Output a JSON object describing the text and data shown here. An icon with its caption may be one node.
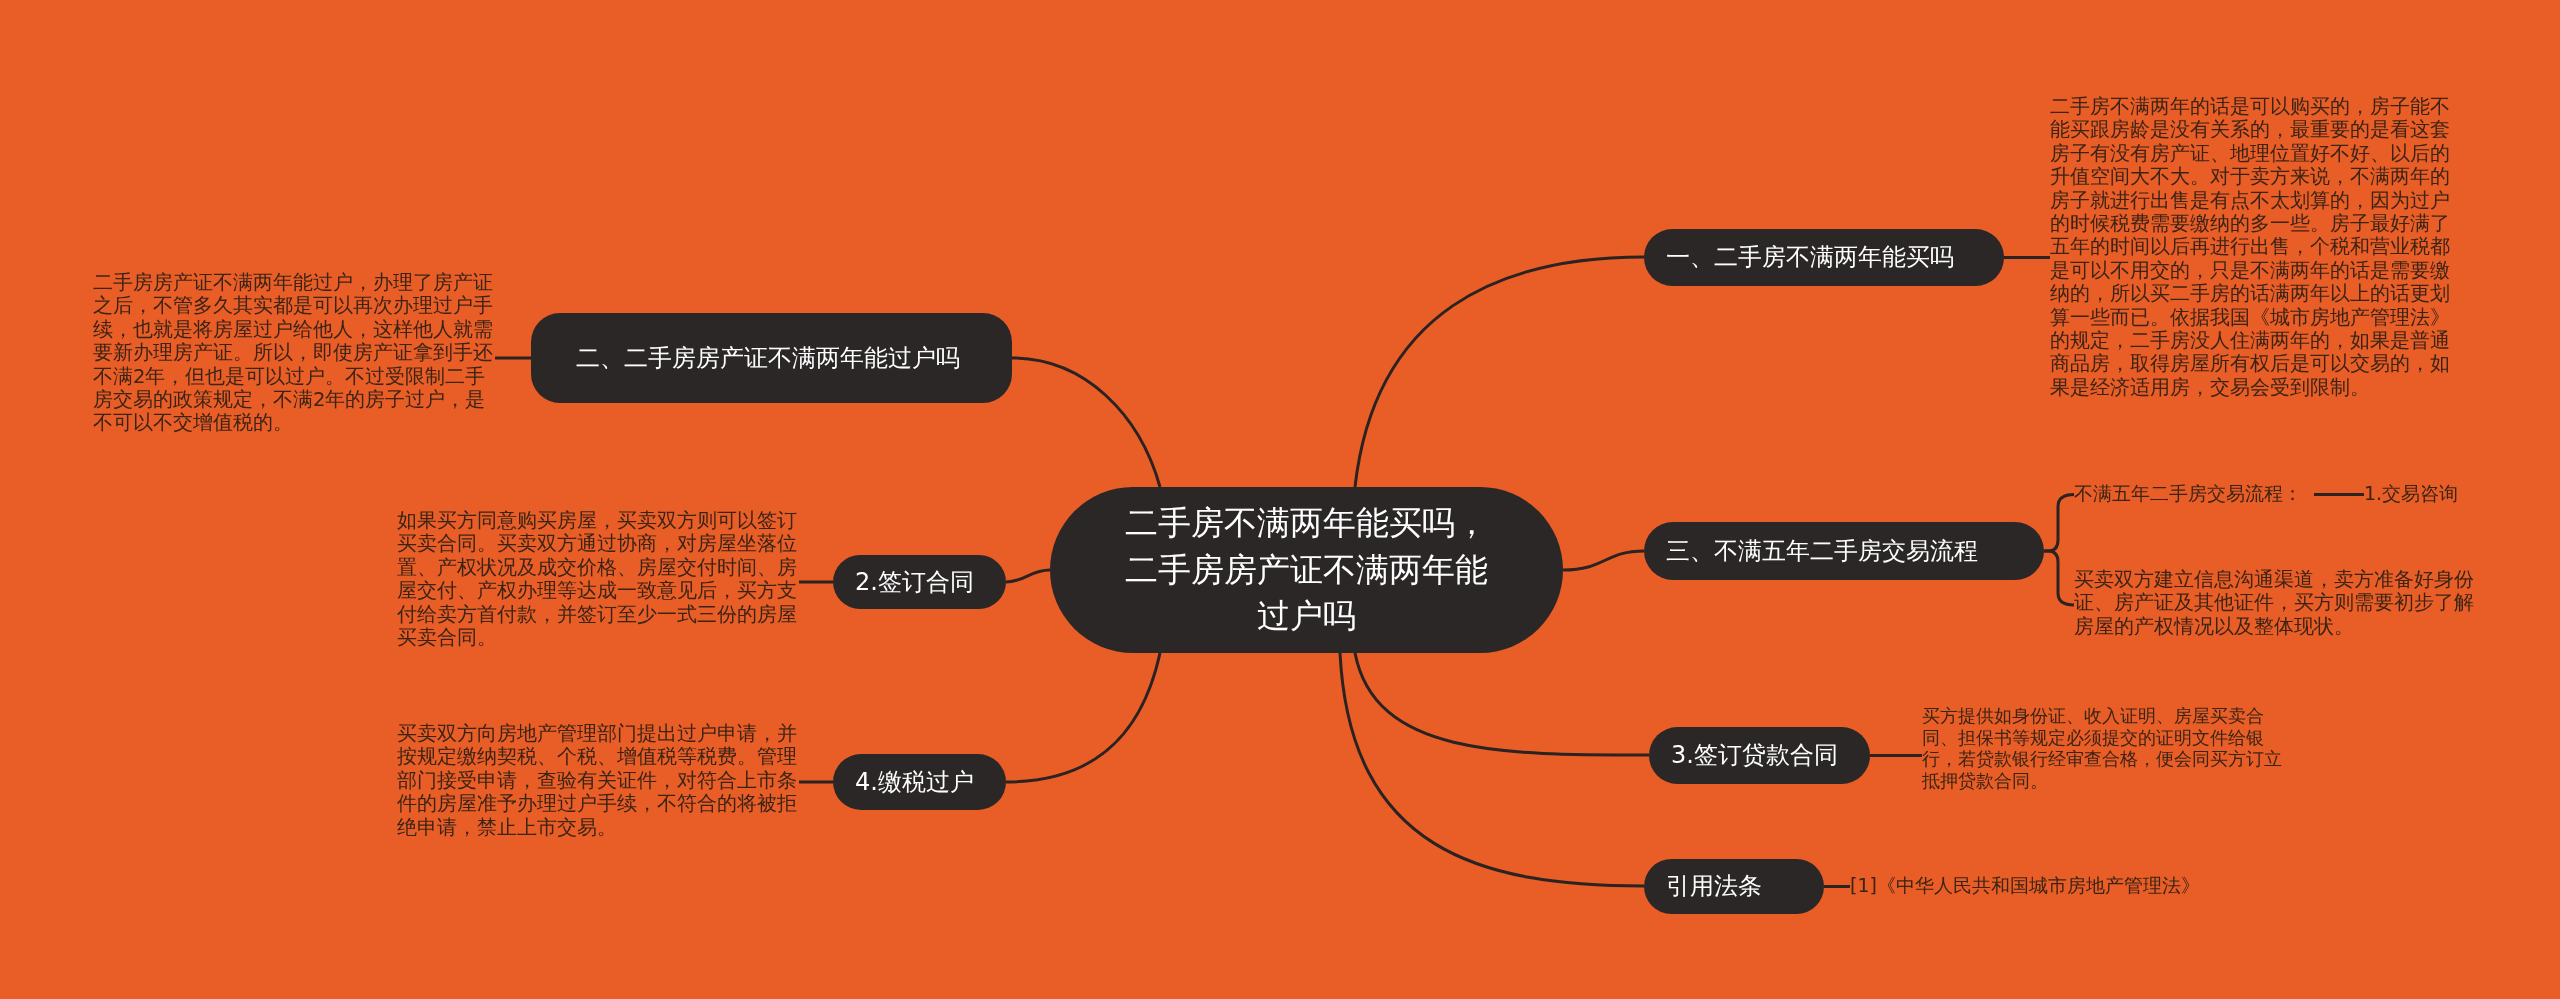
{
  "diagram": {
    "nodes": [
      {
        "text": [
          "二手房不满两年能买吗，二手房房产证不满两年能过户吗"
        ]
      },
      {
        "text": [
          "一、二手房不满两年能买吗"
        ]
      },
      {
        "text": [
          "二手房不满两年的话是可以购买的，房子能不能买跟房龄是没有关系的，最重要的是看这套房子有没有房产证、地理位置好不好、以后的升值空间大不大。对于卖方来说，不满两年的房子就进行出售是有点不太划算的，因为过户的时候税费需要缴纳的多一些。房子最好满了五年的时间以后再进行出售，个税和营业税都是可以不用交的，只是不满两年的话是需要缴纳的，所以买二手房的话满两年以上的话更划算一些而已。依据我国《城市房地产管理法》的规定，二手房没人住满两年的，如果是普通商品房，取得房屋所有权后是可以交易的，如果是经济适用房，交易会受到限制。"
        ]
      },
      {
        "text": [
          "二、二手房房产证不满两年能过户吗"
        ]
      },
      {
        "text": [
          "二手房房产证不满两年能过户，办理了房产证之后，不管多久其实都是可以再次办理过户手续，也就是将房屋过户给他人，这样他人就需要新办理房产证。所以，即使房产证拿到手还不满2年，但也是可以过户。不过受限制二手房交易的政策规定，不满2年的房子过户，是不可以不交增值税的。"
        ]
      },
      {
        "text": [
          "三、不满五年二手房交易流程"
        ]
      },
      {
        "text": [
          "不满五年二手房交易流程："
        ]
      },
      {
        "text": [
          "1.交易咨询"
        ]
      },
      {
        "text": [
          "买卖双方建立信息沟通渠道，卖方准备好身份证、房产证及其他证件，买方则需要初步了解房屋的产权情况以及整体现状。"
        ]
      },
      {
        "text": [
          "2.签订合同"
        ]
      },
      {
        "text": [
          "如果买方同意购买房屋，买卖双方则可以签订买卖合同。买卖双方通过协商，对房屋坐落位置、产权状况及成交价格、房屋交付时间、房屋交付、产权办理等达成一致意见后，买方支付给卖方首付款，并签订至少一式三份的房屋买卖合同。"
        ]
      },
      {
        "text": [
          "3.签订贷款合同"
        ]
      },
      {
        "text": [
          "买方提供如身份证、收入证明、房屋买卖合同、担保书等规定必须提交的证明文件给银行，若贷款银行经审查合格，便会同买方订立抵押贷款合同。"
        ]
      },
      {
        "text": [
          "4.缴税过户"
        ]
      },
      {
        "text": [
          "买卖双方向房地产管理部门提出过户申请，并按规定缴纳契税、个税、增值税等税费。管理部门接受申请，查验有关证件，对符合上市条件的房屋准予办理过户手续，不符合的将被拒绝申请，禁止上市交易。"
        ]
      },
      {
        "text": [
          "引用法条"
        ]
      },
      {
        "text": [
          "[1]《中华人民共和国城市房地产管理法》"
        ]
      }
    ],
    "edges": [
      {
        "from": 0,
        "to": 1,
        "arrow": "none"
      },
      {
        "from": 1,
        "to": 2,
        "arrow": "none"
      },
      {
        "from": 0,
        "to": 3,
        "arrow": "none"
      },
      {
        "from": 3,
        "to": 4,
        "arrow": "none"
      },
      {
        "from": 0,
        "to": 5,
        "arrow": "none"
      },
      {
        "from": 5,
        "to": 6,
        "arrow": "none"
      },
      {
        "from": 6,
        "to": 7,
        "arrow": "none"
      },
      {
        "from": 5,
        "to": 8,
        "arrow": "none"
      },
      {
        "from": 0,
        "to": 9,
        "arrow": "none"
      },
      {
        "from": 9,
        "to": 10,
        "arrow": "none"
      },
      {
        "from": 0,
        "to": 11,
        "arrow": "none"
      },
      {
        "from": 11,
        "to": 12,
        "arrow": "none"
      },
      {
        "from": 0,
        "to": 13,
        "arrow": "none"
      },
      {
        "from": 13,
        "to": 14,
        "arrow": "none"
      },
      {
        "from": 0,
        "to": 15,
        "arrow": "none"
      },
      {
        "from": 15,
        "to": 16,
        "arrow": "none"
      }
    ]
  }
}
